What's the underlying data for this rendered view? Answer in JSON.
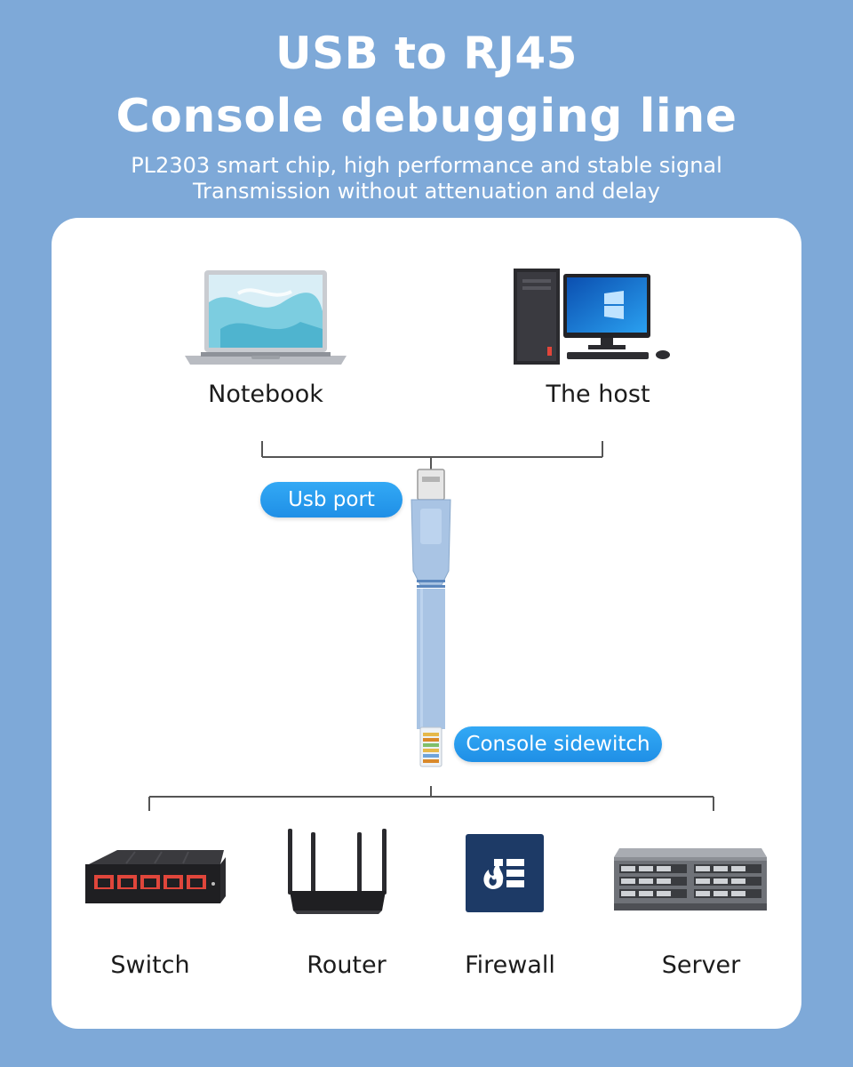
{
  "header": {
    "title_line1": "USB to RJ45",
    "title_line2": "Console debugging line",
    "subtitle_line1": "PL2303 smart chip, high performance and stable signal",
    "subtitle_line2": "Transmission without attenuation and delay"
  },
  "top_devices": [
    {
      "label": "Notebook",
      "icon": "laptop-icon"
    },
    {
      "label": "The host",
      "icon": "desktop-computer-icon"
    }
  ],
  "cable": {
    "usb_label": "Usb port",
    "console_label": "Console sidewitch",
    "color": "#a9c4e4"
  },
  "bottom_devices": [
    {
      "label": "Switch",
      "icon": "network-switch-icon"
    },
    {
      "label": "Router",
      "icon": "router-icon"
    },
    {
      "label": "Firewall",
      "icon": "firewall-icon"
    },
    {
      "label": "Server",
      "icon": "server-icon"
    }
  ],
  "colors": {
    "background": "#7ea9d8",
    "card": "#ffffff",
    "pill": "#2a9cf0",
    "firewall_tile": "#1d3a66",
    "switch_port_accent": "#e0463b"
  }
}
